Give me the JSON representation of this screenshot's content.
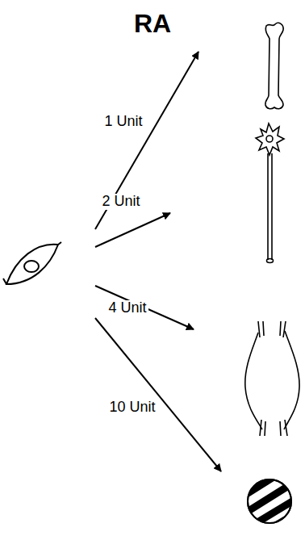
{
  "diagram": {
    "title": "RA",
    "labels": [
      "1 Unit",
      "2 Unit",
      "4 Unit",
      "10 Unit"
    ]
  }
}
